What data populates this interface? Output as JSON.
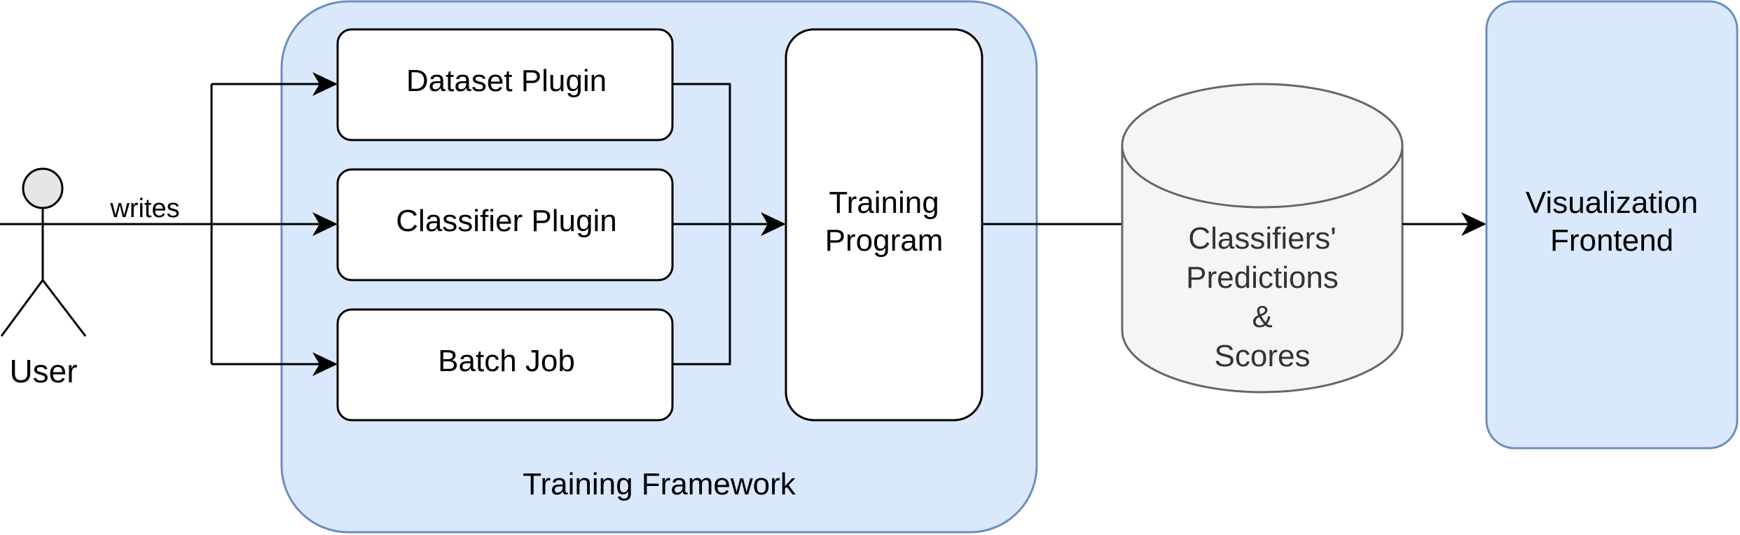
{
  "actor": {
    "label": "User",
    "edge_label": "writes"
  },
  "framework": {
    "title": "Training Framework",
    "fill": "#dae8fc",
    "stroke": "#6c8ebf",
    "plugins": [
      {
        "label": "Dataset Plugin"
      },
      {
        "label": "Classifier Plugin"
      },
      {
        "label": "Batch Job"
      }
    ],
    "program": {
      "line1": "Training",
      "line2": "Program"
    }
  },
  "store": {
    "fill": "#f5f5f5",
    "stroke": "#666666",
    "lines": [
      "Classifiers'",
      "Predictions",
      "&",
      "Scores"
    ]
  },
  "frontend": {
    "line1": "Visualization",
    "line2": "Frontend",
    "fill": "#dae8fc",
    "stroke": "#6c8ebf"
  }
}
